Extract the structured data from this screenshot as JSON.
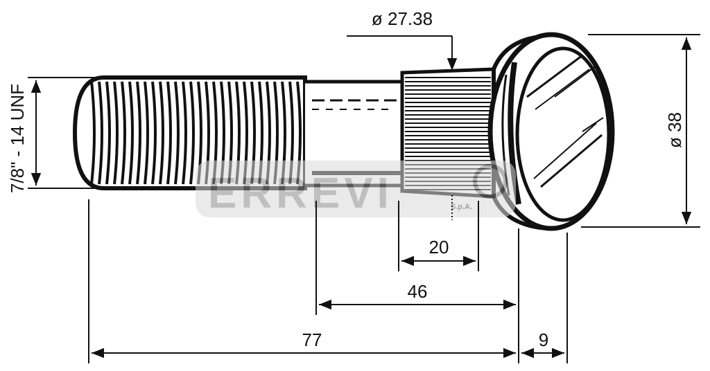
{
  "part": {
    "thread_spec": "7/8\" - 14 UNF",
    "knurl_diameter": "ø 27.38",
    "head_diameter": "ø 38",
    "dimensions": {
      "knurl_length": "20",
      "shank_length": "46",
      "total_length": "77",
      "head_thickness": "9"
    }
  },
  "watermark": {
    "brand": "ERREVI",
    "suffix": "S.p.A."
  },
  "colors": {
    "line": "#111111",
    "watermark": "#9a9a9a"
  }
}
